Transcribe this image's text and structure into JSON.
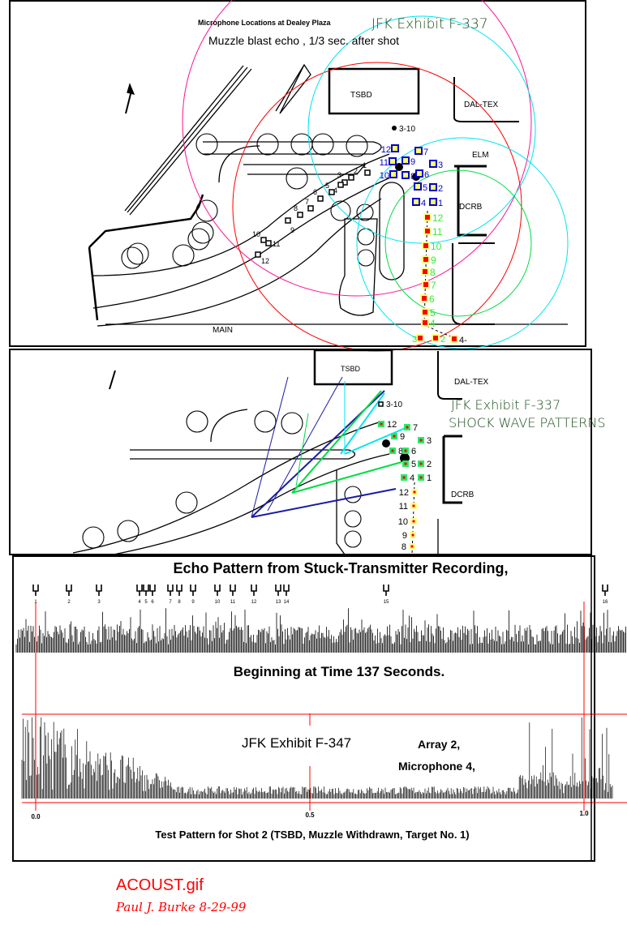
{
  "top_panel": {
    "title": "Microphone Locations at Dealey Plaza",
    "exhibit": "JFK Exhibit F-337",
    "subtitle": "Muzzle blast echo  , 1/3 sec. after shot",
    "labels": {
      "tsbd": "TSBD",
      "daltex": "DAL-TEX",
      "elm": "ELM",
      "dcrb": "DCRB",
      "main": "MAIN",
      "pos_3_10": "3-10"
    },
    "array3_labels": [
      "1",
      "2",
      "3",
      "4",
      "5",
      "6",
      "7",
      "8",
      "9",
      "10",
      "11",
      "12"
    ],
    "array2_labels": [
      "12",
      "11",
      "10",
      "9",
      "8",
      "7",
      "6",
      "5",
      "4",
      "3",
      "2",
      "4-"
    ],
    "street_mic_labels": [
      "1",
      "2",
      "3",
      "4",
      "5",
      "6",
      "7",
      "8",
      "9",
      "10",
      "11",
      "12"
    ],
    "colors": {
      "magenta": "#ff1493",
      "red": "#ff0000",
      "cyan": "#00e5ee",
      "green": "#00dd44",
      "blue": "#0000cc",
      "exhibit_green": "#1a4d1a"
    }
  },
  "middle_panel": {
    "exhibit": "JFK Exhibit F-337",
    "subtitle": "SHOCK WAVE PATTERNS",
    "labels": {
      "tsbd": "TSBD",
      "daltex": "DAL-TEX",
      "dcrb": "DCRB",
      "pos_3_10": "3-10"
    },
    "array3_labels": [
      "12",
      "7",
      "9",
      "3",
      "8",
      "6",
      "5",
      "2",
      "4",
      "1"
    ],
    "array2_labels": [
      "12",
      "11",
      "10",
      "9",
      "8"
    ]
  },
  "bottom_panel": {
    "title": "Echo Pattern from Stuck-Transmitter Recording,",
    "middle_caption": "Beginning at Time 137 Seconds.",
    "echo_markers": [
      "1",
      "2",
      "3",
      "4",
      "5",
      "6",
      "7",
      "8",
      "9",
      "10",
      "11",
      "12",
      "13",
      "14",
      "15",
      "16"
    ],
    "exhibit": "JFK Exhibit F-347",
    "array": "Array 2,",
    "microphone": "Microphone 4,",
    "time_ticks": [
      "0.0",
      "0.5",
      "1.0"
    ],
    "caption": "Test Pattern for Shot 2  (TSBD, Muzzle Withdrawn, Target No. 1)"
  },
  "footer": {
    "filename": "ACOUST.gif",
    "signature": "Paul J. Burke  8-29-99"
  }
}
